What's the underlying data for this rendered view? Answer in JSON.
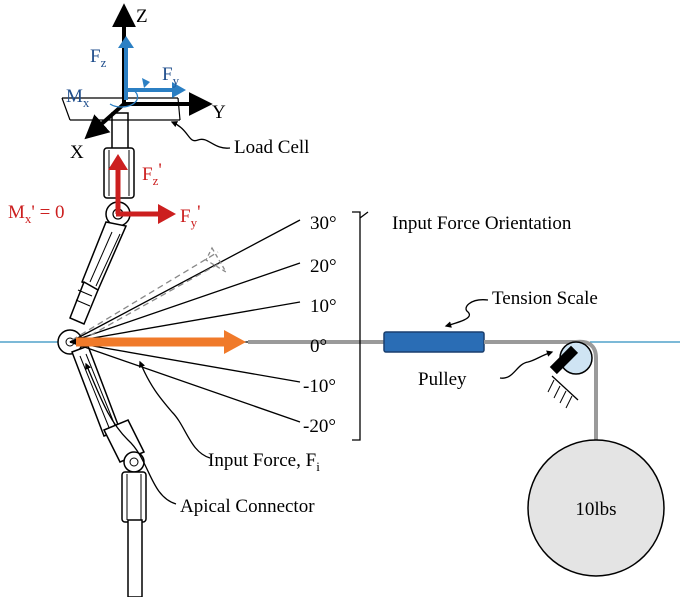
{
  "axes": {
    "z": "Z",
    "y": "Y",
    "x": "X",
    "fz_main": "F",
    "fz_sub": "z",
    "fy_main": "F",
    "fy_sub": "y",
    "mx_main": "M",
    "mx_sub": "x"
  },
  "load_cell_label": "Load Cell",
  "reaction": {
    "fz_main": "F",
    "fz_sub": "z",
    "fz_prime": "'",
    "fy_main": "F",
    "fy_sub": "y",
    "fy_prime": "'",
    "mx_main": "M",
    "mx_sub": "x",
    "mx_rest": "' = 0"
  },
  "angles": [
    "30°",
    "20°",
    "10°",
    "0°",
    "-10°",
    "-20°"
  ],
  "orientation_label": "Input Force Orientation",
  "tension_scale_label": "Tension Scale",
  "pulley_label": "Pulley",
  "weight_label": "10lbs",
  "input_force": {
    "main": "Input Force, F",
    "sub": "i"
  },
  "apical_connector_label": "Apical Connector",
  "colors": {
    "axis_blue": "#1f4e8c",
    "arrow_blue": "#2b7fc3",
    "reaction_red": "#cc1f1f",
    "input_orange": "#f07a2a",
    "horizon_line": "#2d8fbf",
    "scale_body": "#2a6db5",
    "pulley_fill": "#cfe4f3",
    "weight_fill": "#e4e4e4"
  }
}
